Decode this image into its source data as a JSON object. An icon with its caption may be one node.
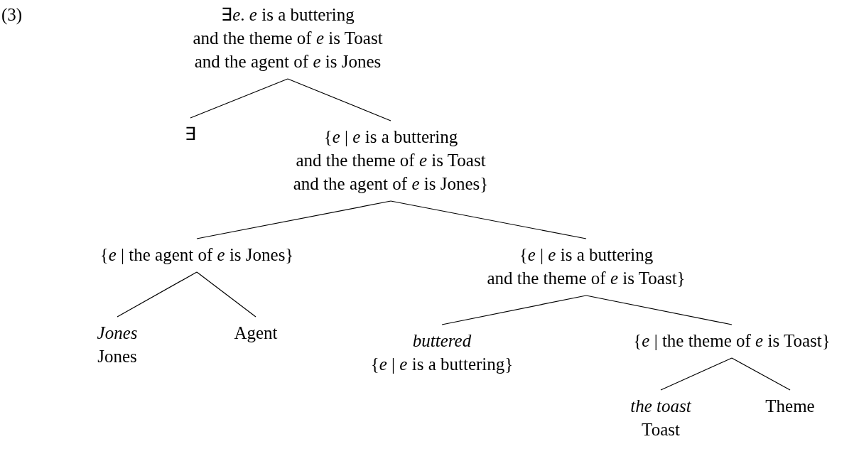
{
  "diagram": {
    "nodes": [
      {
        "text": [
          "∃*e*. *e* is a buttering and the theme of *e* is Toast and the agent of *e* is Jones"
        ]
      },
      {
        "text": [
          "∃"
        ]
      },
      {
        "text": [
          "{*e* | *e* is a buttering and the theme of *e* is Toast and the agent of *e* is Jones}"
        ]
      },
      {
        "text": [
          "{*e* | the agent of *e* is Jones}"
        ]
      },
      {
        "text": [
          "{*e* | *e* is a buttering and the theme of *e* is Toast}"
        ]
      },
      {
        "text": [
          "Jones",
          "Jones"
        ]
      },
      {
        "text": [
          "Agent"
        ]
      },
      {
        "text": [
          "buttered",
          "{*e* | *e* is a buttering}"
        ]
      },
      {
        "text": [
          "{*e* | the theme of *e* is Toast}"
        ]
      },
      {
        "text": [
          "the toast",
          "Toast"
        ]
      },
      {
        "text": [
          "Theme"
        ]
      }
    ],
    "edges": [
      {
        "from": 0,
        "to": 1,
        "arrow": "none"
      },
      {
        "from": 0,
        "to": 2,
        "arrow": "none"
      },
      {
        "from": 2,
        "to": 3,
        "arrow": "none"
      },
      {
        "from": 2,
        "to": 4,
        "arrow": "none"
      },
      {
        "from": 3,
        "to": 5,
        "arrow": "none"
      },
      {
        "from": 3,
        "to": 6,
        "arrow": "none"
      },
      {
        "from": 4,
        "to": 7,
        "arrow": "none"
      },
      {
        "from": 4,
        "to": 8,
        "arrow": "none"
      },
      {
        "from": 8,
        "to": 9,
        "arrow": "none"
      },
      {
        "from": 8,
        "to": 10,
        "arrow": "none"
      }
    ],
    "labels": [
      "(3)"
    ]
  }
}
